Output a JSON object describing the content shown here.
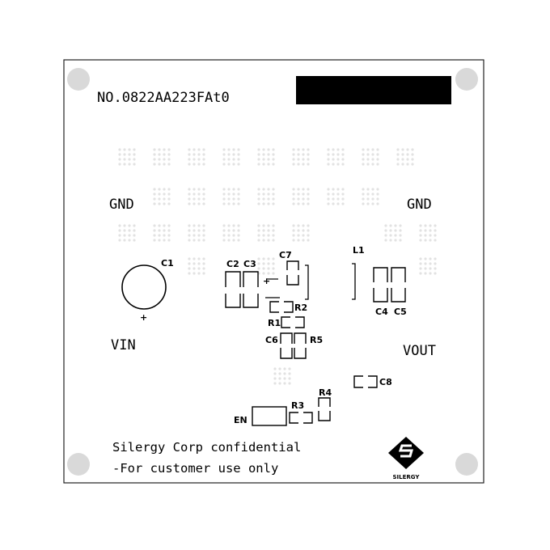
{
  "board": {
    "part_number": "NO.0822AA223FAt0",
    "colors": {
      "outline": "#000000",
      "mounting_hole": "#d9d9d9",
      "via_grid": "#e2e2e2",
      "label_block": "#000000"
    }
  },
  "pads": {
    "gnd_left": "GND",
    "gnd_right": "GND",
    "vin": "VIN",
    "vout": "VOUT",
    "en": "EN"
  },
  "components": {
    "c1": "C1",
    "c2": "C2",
    "c3": "C3",
    "c4": "C4",
    "c5": "C5",
    "c6": "C6",
    "c7": "C7",
    "c8": "C8",
    "l1": "L1",
    "r1": "R1",
    "r2": "R2",
    "r3": "R3",
    "r4": "R4",
    "r5": "R5",
    "plus": "+"
  },
  "footer": {
    "line1": "Silergy Corp confidential",
    "line2": "-For customer use only",
    "logo_text": "SILERGY"
  }
}
